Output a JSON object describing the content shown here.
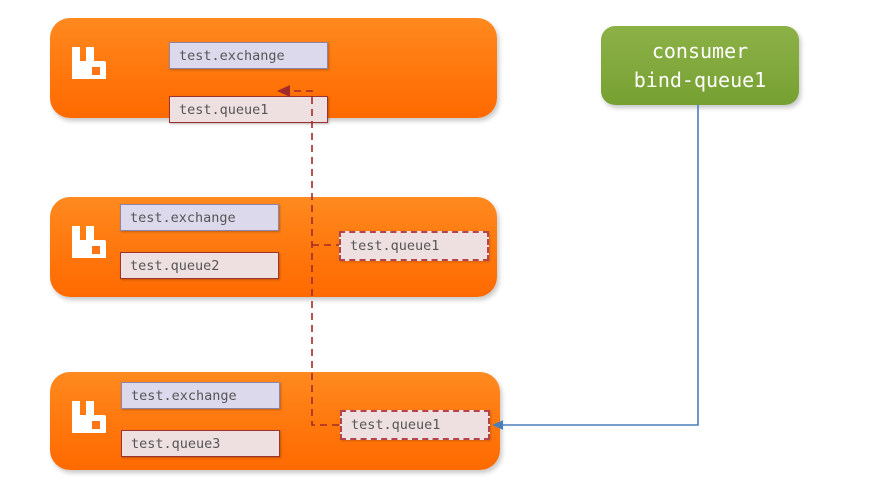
{
  "diagram": {
    "title": "RabbitMQ federated / mirrored queue binding diagram",
    "background": "#ffffff",
    "colors": {
      "node_orange_top": "#ff8a1f",
      "node_orange_bottom": "#ff6a00",
      "exchange_fill": "#ddd9ec",
      "exchange_border": "#8d86ab",
      "queue_fill": "#eee0e0",
      "queue_border": "#9c3232",
      "dashed_connector": "#a32a2a",
      "solid_connector": "#4a7ebb",
      "consumer_green_top": "#8cb147",
      "consumer_green_bottom": "#76a032",
      "chip_text": "#565656",
      "consumer_text": "#ffffff"
    }
  },
  "nodes": [
    {
      "id": "node-1",
      "logo": "rabbitmq-logo-icon",
      "chips": [
        {
          "id": "node1-exchange",
          "label": "test.exchange",
          "kind": "exchange"
        },
        {
          "id": "node1-queue",
          "label": "test.queue1",
          "kind": "queue"
        }
      ]
    },
    {
      "id": "node-2",
      "logo": "rabbitmq-logo-icon",
      "chips": [
        {
          "id": "node2-exchange",
          "label": "test.exchange",
          "kind": "exchange"
        },
        {
          "id": "node2-queue",
          "label": "test.queue2",
          "kind": "queue"
        }
      ],
      "ghost_chip": {
        "id": "node2-ghost-queue",
        "label": "test.queue1",
        "kind": "queue-dashed"
      }
    },
    {
      "id": "node-3",
      "logo": "rabbitmq-logo-icon",
      "chips": [
        {
          "id": "node3-exchange",
          "label": "test.exchange",
          "kind": "exchange"
        },
        {
          "id": "node3-queue",
          "label": "test.queue3",
          "kind": "queue"
        }
      ],
      "ghost_chip": {
        "id": "node3-ghost-queue",
        "label": "test.queue1",
        "kind": "queue-dashed"
      }
    }
  ],
  "consumer": {
    "line1": "consumer",
    "line2": "bind-queue1"
  },
  "connectors": [
    {
      "id": "consumer-to-node3-queue",
      "style": "solid",
      "color": "#4a7ebb",
      "from": "consumer",
      "to": "node3-ghost-queue",
      "arrow": "left"
    },
    {
      "id": "queue1-replication-bus",
      "style": "dashed",
      "color": "#a32a2a",
      "from": "node3-ghost-queue",
      "to": "node1-queue",
      "branches": [
        "node2-ghost-queue"
      ],
      "arrow": "left"
    }
  ]
}
